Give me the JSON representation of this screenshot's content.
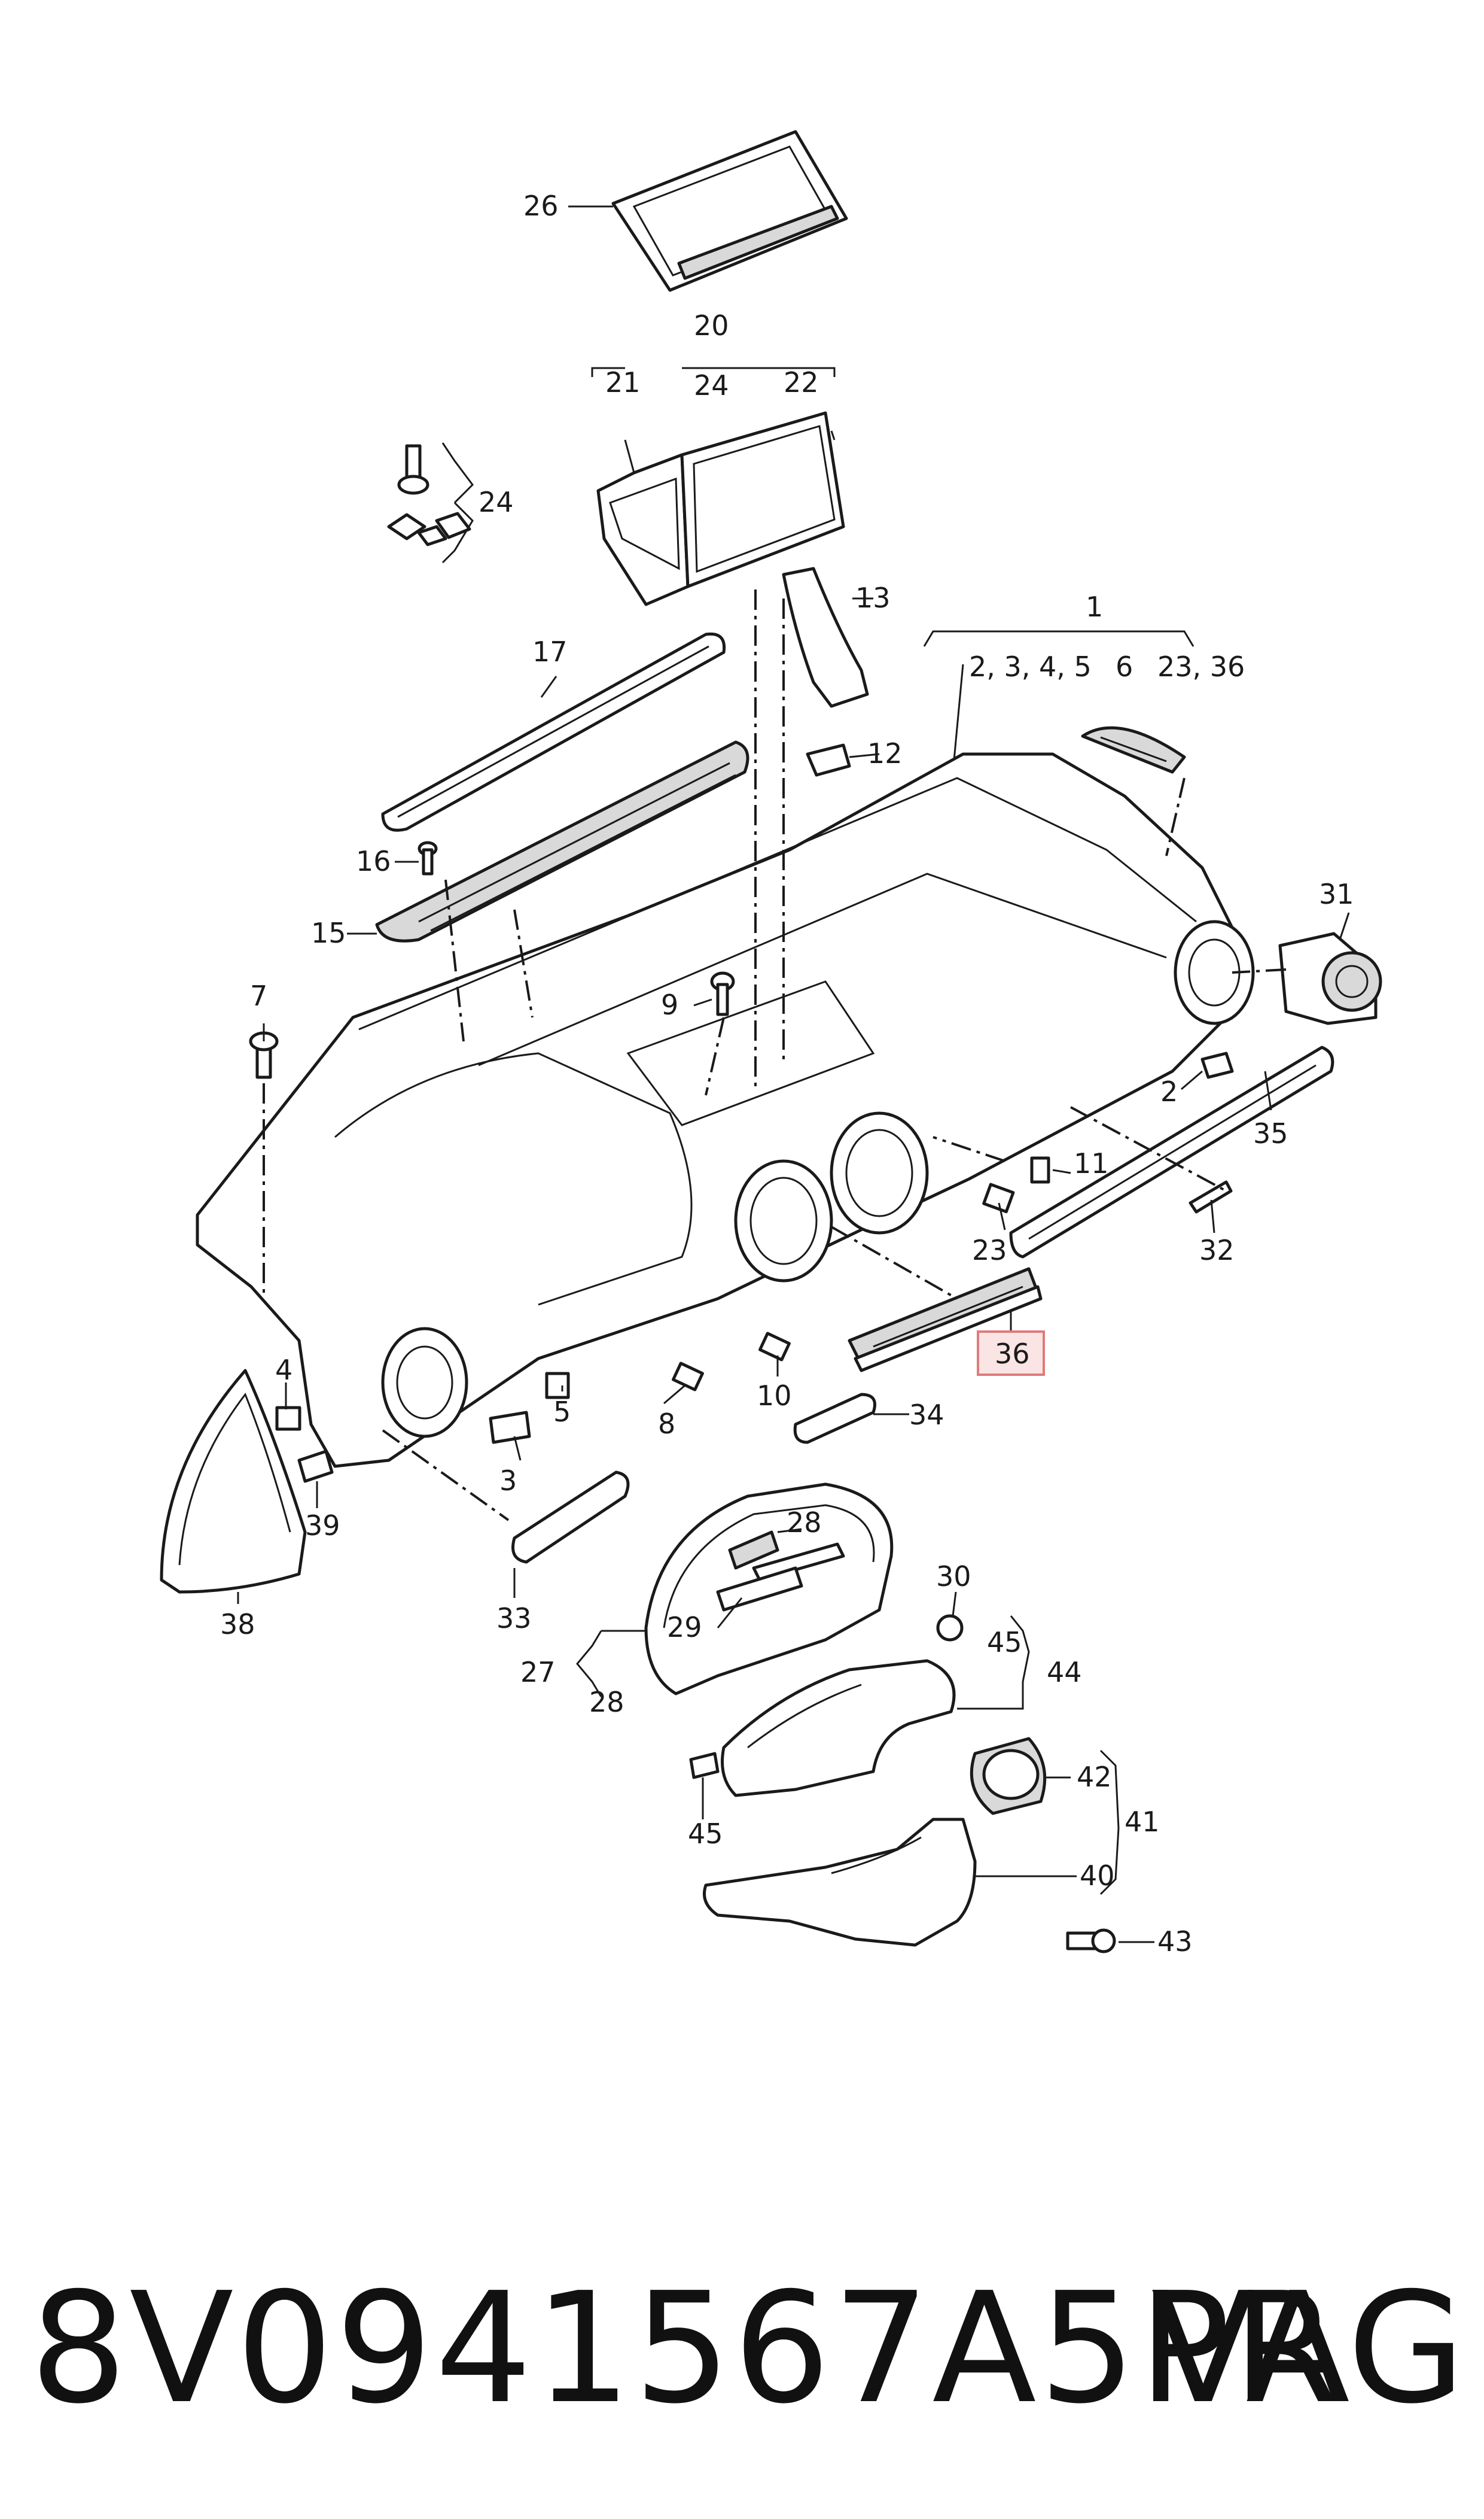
{
  "callouts": {
    "c1": "1",
    "c1_sub_a": "2, 3, 4, 5",
    "c1_sub_b": "6",
    "c1_sub_c": "23, 36",
    "c2": "2",
    "c3": "3",
    "c4": "4",
    "c5": "5",
    "c7": "7",
    "c8": "8",
    "c9": "9",
    "c10": "10",
    "c11": "11",
    "c12": "12",
    "c13": "13",
    "c15": "15",
    "c16": "16",
    "c17": "17",
    "c20": "20",
    "c20_sub_a": "21",
    "c20_sub_b": "24",
    "c20_sub_c": "22",
    "c23": "23",
    "c24": "24",
    "c26": "26",
    "c27": "27",
    "c28_group": "28",
    "c28": "28",
    "c29": "29",
    "c30": "30",
    "c31": "31",
    "c32": "32",
    "c33": "33",
    "c34": "34",
    "c35": "35",
    "c36": "36",
    "c38": "38",
    "c39": "39",
    "c40": "40",
    "c41": "41",
    "c42": "42",
    "c43": "43",
    "c44": "44",
    "c45_group": "45",
    "c45": "45"
  },
  "footer": {
    "part_number": "8V0941567A5PR",
    "brand": "VAG"
  },
  "highlight_color": "#e07a7a"
}
